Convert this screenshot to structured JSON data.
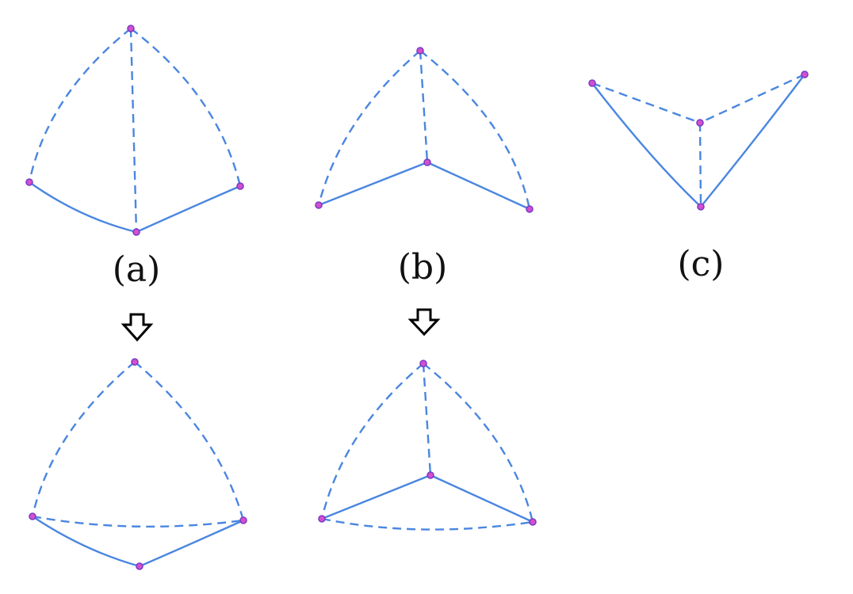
{
  "colors": {
    "edge": "#4a86e0",
    "vertex_fill": "#d44fd0",
    "vertex_stroke": "#7b3cc4",
    "label": "#111111",
    "arrow_stroke": "#000000",
    "background": "#ffffff"
  },
  "labels": {
    "a": "(a)",
    "b": "(b)",
    "c": "(c)"
  },
  "arrows": [
    "down-arrow-a",
    "down-arrow-b"
  ]
}
